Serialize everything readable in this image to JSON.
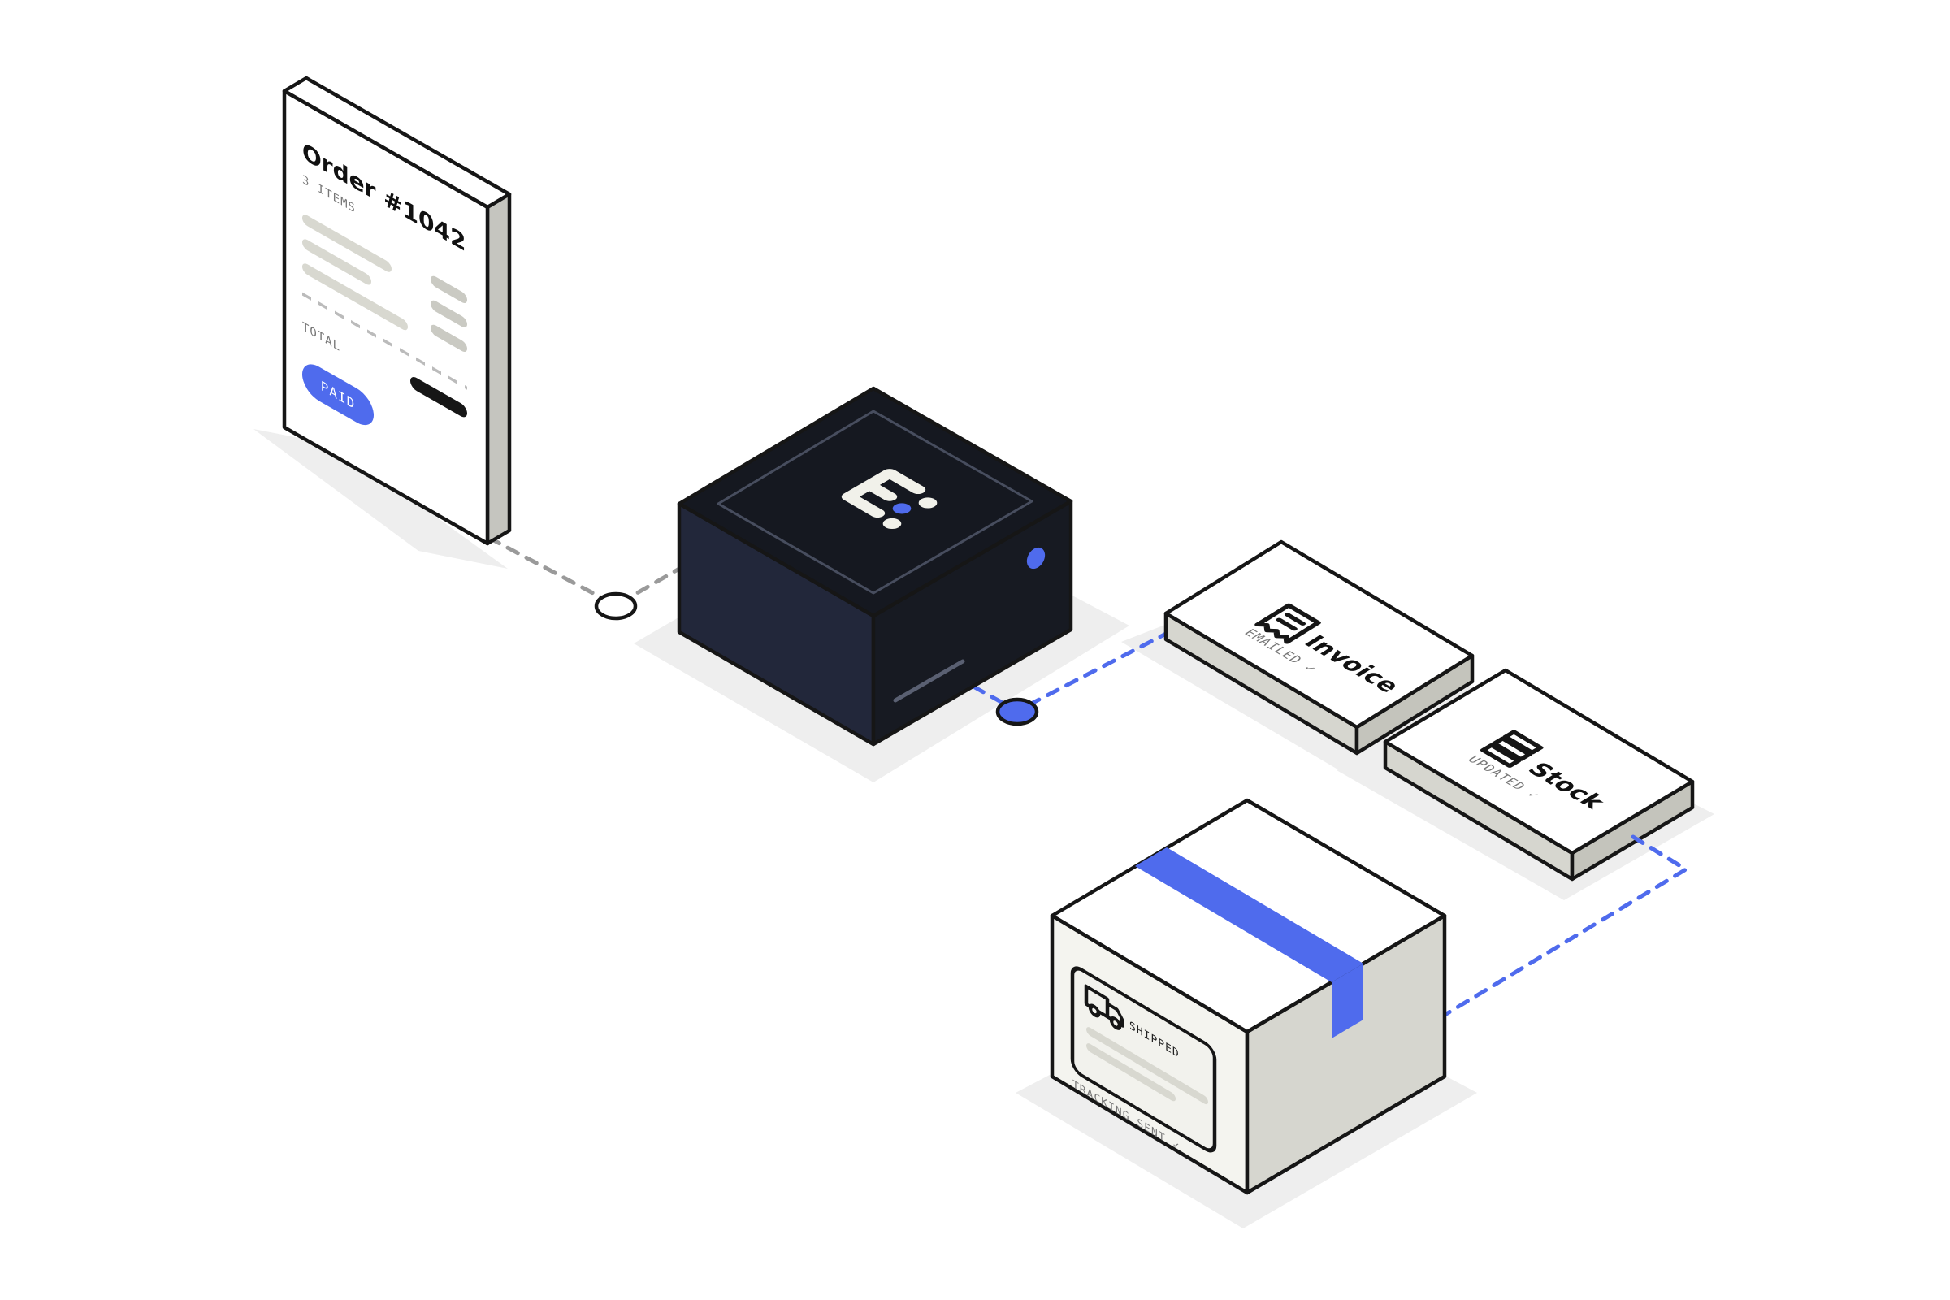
{
  "order_card": {
    "title": "Order #1042",
    "items_label": "3 ITEMS",
    "total_label": "TOTAL",
    "paid_label": "PAID"
  },
  "invoice_card": {
    "title": "Invoice",
    "status": "EMAILED ✓",
    "icon": "receipt-icon"
  },
  "stock_card": {
    "title": "Stock",
    "status": "UPDATED ✓",
    "icon": "stack-icon"
  },
  "package": {
    "label_status": "SHIPPED",
    "tracking_status": "TRACKING SENT ✓",
    "icon": "truck-icon"
  },
  "hub": {
    "icon": "logo-icon"
  },
  "colors": {
    "accent": "#4f6bed",
    "dark": "#161616",
    "hub_side": "#22273a",
    "hub_top": "#151820",
    "light_side": "#d6d6cf",
    "placeholder": "#d8d8d0"
  }
}
